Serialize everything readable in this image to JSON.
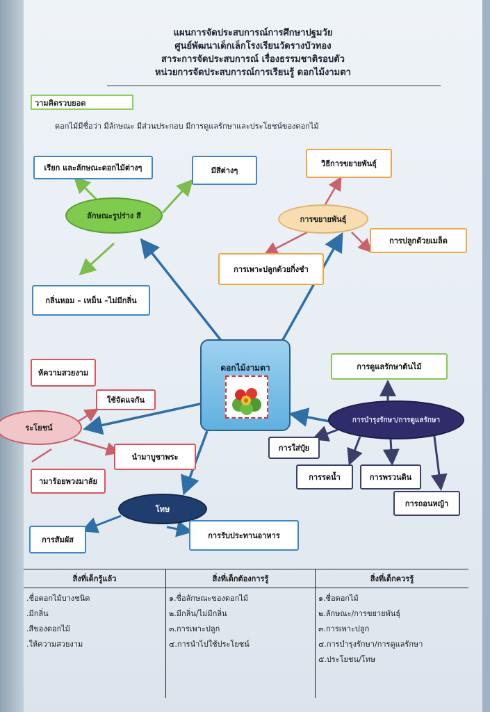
{
  "header": {
    "line1": "แผนการจัดประสบการณ์การศึกษาปฐมวัย",
    "line2": "ศูนย์พัฒนาเด็กเล็กโรงเรียนวัดรางบัวทอง",
    "line3": "สาระการจัดประสบการณ์ เรื่องธรรมชาติรอบตัว",
    "line4": "หน่วยการจัดประสบการณ์การเรียนรู้ ดอกไม้งามตา"
  },
  "concept": {
    "label": "วามคิดรวบยอด",
    "text": "ดอกไม้มีชื่อว่า มีลักษณะ มีส่วนประกอบ มีการดูแลรักษาและประโยชน์ของดอกไม้"
  },
  "center": {
    "title": "ดอกไม้งามตา"
  },
  "nodes": {
    "shape": "ลักษณะรูปร่าง สี",
    "shape_names": "เรียก และลักษณะดอกไม้ต่างๆ",
    "shape_colors": "มีสีต่างๆ",
    "shape_smell": "กลิ่นหอม – เหม็น –ไม่มีกลิ่น",
    "propagation": "การขยายพันธุ์",
    "prop_methods": "วิธีการขยายพันธุ์",
    "prop_seed": "การปลูกด้วยเมล็ด",
    "prop_cutting": "การเพาะปลูกด้วยกิ่งชำ",
    "benefit": "ระโยชน์",
    "benefit_beauty": "ห้ความสวยงาม",
    "benefit_give": "ใช้จัดแจกัน",
    "benefit_worship": "นำมาบูชาพระ",
    "benefit_garland": "ามาร้อยพวงมาลัย",
    "harm": "โทษ",
    "harm_touch": "การสัมผัส",
    "harm_eat": "การรับประทานอาหาร",
    "care": "การบำรุงรักษา/การดูแลรักษา",
    "care_plant": "การดูแลรักษาต้นไม้",
    "care_fert": "การใส่ปุ๋ย",
    "care_water": "การรดน้ำ",
    "care_soil": "การพรวนดิน",
    "care_weed": "การถอนหญ้า"
  },
  "table": {
    "headers": [
      "สิ่งที่เด็กรู้แล้ว",
      "สิ่งที่เด็กต้องการรู้",
      "สิ่งที่เด็กควรรู้"
    ],
    "col1": [
      ".ชื่อดอกไม้บางชนิด",
      ".มีกลิ่น",
      ".สีของดอกไม้",
      ".ให้ความสวยงาม"
    ],
    "col2": [
      "๑.ชื่อลักษณะของดอกไม้",
      "๒.มีกลิ่น/ไม่มีกลิ่น",
      "๓.การเพาะปลูก",
      "๔.การนำไปใช้ประโยชน์"
    ],
    "col3": [
      "๑.ชื่อดอกไม้",
      "๒.ลักษณะ/การขยายพันธุ์",
      "๓.การเพาะปลูก",
      "๔.การบำรุงรักษา/การดูแลรักษา",
      "๕.ประโยชน/โทษ"
    ]
  }
}
